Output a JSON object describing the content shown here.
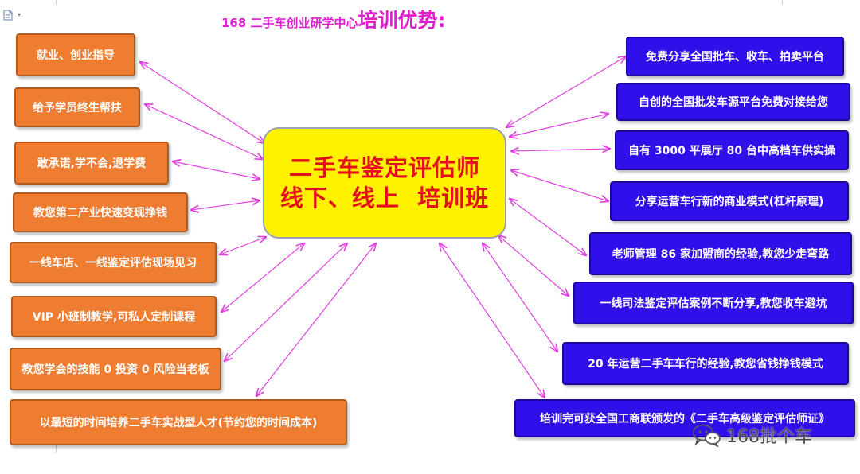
{
  "title": {
    "prefix": "168 二手车创业研学中心",
    "main": "培训优势:"
  },
  "center": {
    "line1": "二手车鉴定评估师",
    "line2": "线下、线上  培训班"
  },
  "left_items": [
    "就业、创业指导",
    "给予学员终生帮扶",
    "敢承诺,学不会,退学费",
    "教您第二产业快速变现挣钱",
    "一线车店、一线鉴定评估现场见习",
    "VIP 小班制教学,可私人定制课程",
    "教您学会的技能 0 投资 0 风险当老板",
    "以最短的时间培养二手车实战型人才(节约您的时间成本)"
  ],
  "right_items": [
    "免费分享全国批车、收车、拍卖平台",
    "自创的全国批发车源平台免费对接给您",
    "自有 3000 平展厅 80 台中高档车供实操",
    "分享运营车行新的商业模式(杠杆原理)",
    "老师管理 86 家加盟商的经验,教您少走弯路",
    "一线司法鉴定评估案例不断分享,教您收车避坑",
    "20 年运营二手车车行的经验,教您省钱挣钱模式",
    "培训完可获全国工商联颁发的《二手车高级鉴定评估师证》"
  ],
  "watermark": {
    "text": "168批个车",
    "icon": "wechat-icon"
  },
  "icons": {
    "document": "document-icon"
  },
  "colors": {
    "title": "#e020d0",
    "left_box": "#ee7d31",
    "right_box": "#3010e8",
    "center_box": "#fff200",
    "center_text": "#e2101a",
    "arrow": "#e040e0"
  }
}
